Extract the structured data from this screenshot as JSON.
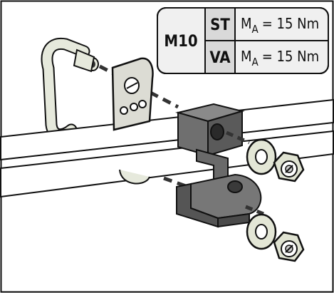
{
  "spec_table": {
    "thread_size": "M10",
    "rows": [
      {
        "material": "ST",
        "torque_symbol": "M",
        "torque_subscript": "A",
        "torque_value": "= 15 Nm"
      },
      {
        "material": "VA",
        "torque_symbol": "M",
        "torque_subscript": "A",
        "torque_value": "= 15 Nm"
      }
    ]
  },
  "colors": {
    "outline": "#111111",
    "table_fill": "#f0f0f0",
    "material_cell_fill": "#d9d9d9",
    "rail_fill": "#ffffff",
    "loop_fill": "#e6e9dc",
    "plate_fill": "#dcdcd4",
    "clamp_fill": "#6f6f6f",
    "clamp_dark": "#4a4a4a",
    "washer_fill": "#e3e6d6",
    "nut_fill": "#e0e3d2"
  }
}
